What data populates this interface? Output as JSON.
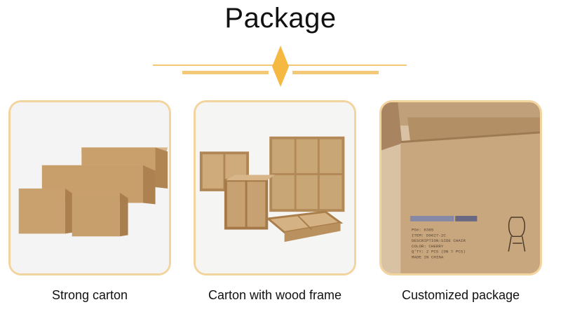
{
  "title": "Package",
  "accent_color": "#f3c978",
  "cards": [
    {
      "caption": "Strong carton",
      "image": "stacked-cardboard-cartons"
    },
    {
      "caption": "Carton with wood frame",
      "image": "wood-framed-cartons"
    },
    {
      "caption": "Customized package",
      "image": "open-printed-carton-box"
    }
  ],
  "box_label": {
    "lines": [
      "PO#: 6385",
      "ITEM: D0627-2C",
      "DESCRIPTION:SIDE CHAIR",
      "COLOR: CHERRY",
      "Q'TY: 2 PCS (DN = PCS)",
      "MADE IN CHINA"
    ]
  }
}
